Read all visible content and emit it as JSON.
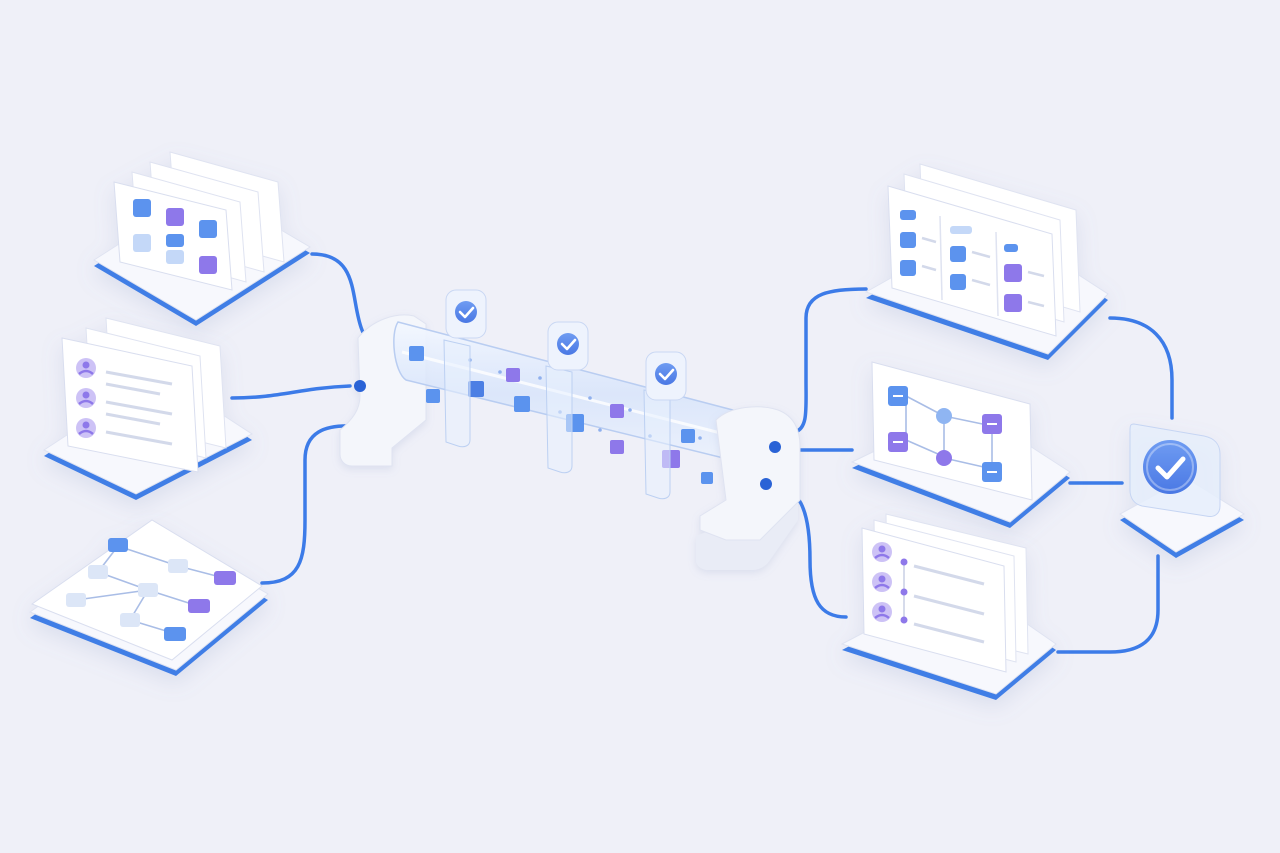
{
  "colors": {
    "background": "#eff0f8",
    "card": "#ffffff",
    "card_edge": "#dfe3f1",
    "connector": "#3c7be8",
    "base_rim": "#3f7ee6",
    "node_blue": "#5b93ee",
    "node_blue_light": "#c4d8f8",
    "node_purple": "#8e78ea",
    "node_purple_light": "#cdc2f6",
    "tube_glass": "#d6e4fb",
    "check_badge": "#4f86ec",
    "list_line": "#d3d9ea"
  },
  "inputs": [
    {
      "id": "input-grid",
      "kind": "block-grid",
      "icon": "grid-blocks-icon"
    },
    {
      "id": "input-list",
      "kind": "user-list",
      "icon": "user-list-icon"
    },
    {
      "id": "input-flow",
      "kind": "flowchart",
      "icon": "flowchart-icon"
    }
  ],
  "pipeline": {
    "stages": 3,
    "stage_icon": "check-icon",
    "payload_icon": "cube-icon"
  },
  "outputs": [
    {
      "id": "output-kanban",
      "kind": "kanban-board",
      "icon": "kanban-icon"
    },
    {
      "id": "output-flow",
      "kind": "flowchart",
      "icon": "flowchart-icon"
    },
    {
      "id": "output-list",
      "kind": "user-list",
      "icon": "user-list-icon"
    }
  ],
  "verifier": {
    "kind": "approved",
    "icon": "check-circle-icon"
  }
}
